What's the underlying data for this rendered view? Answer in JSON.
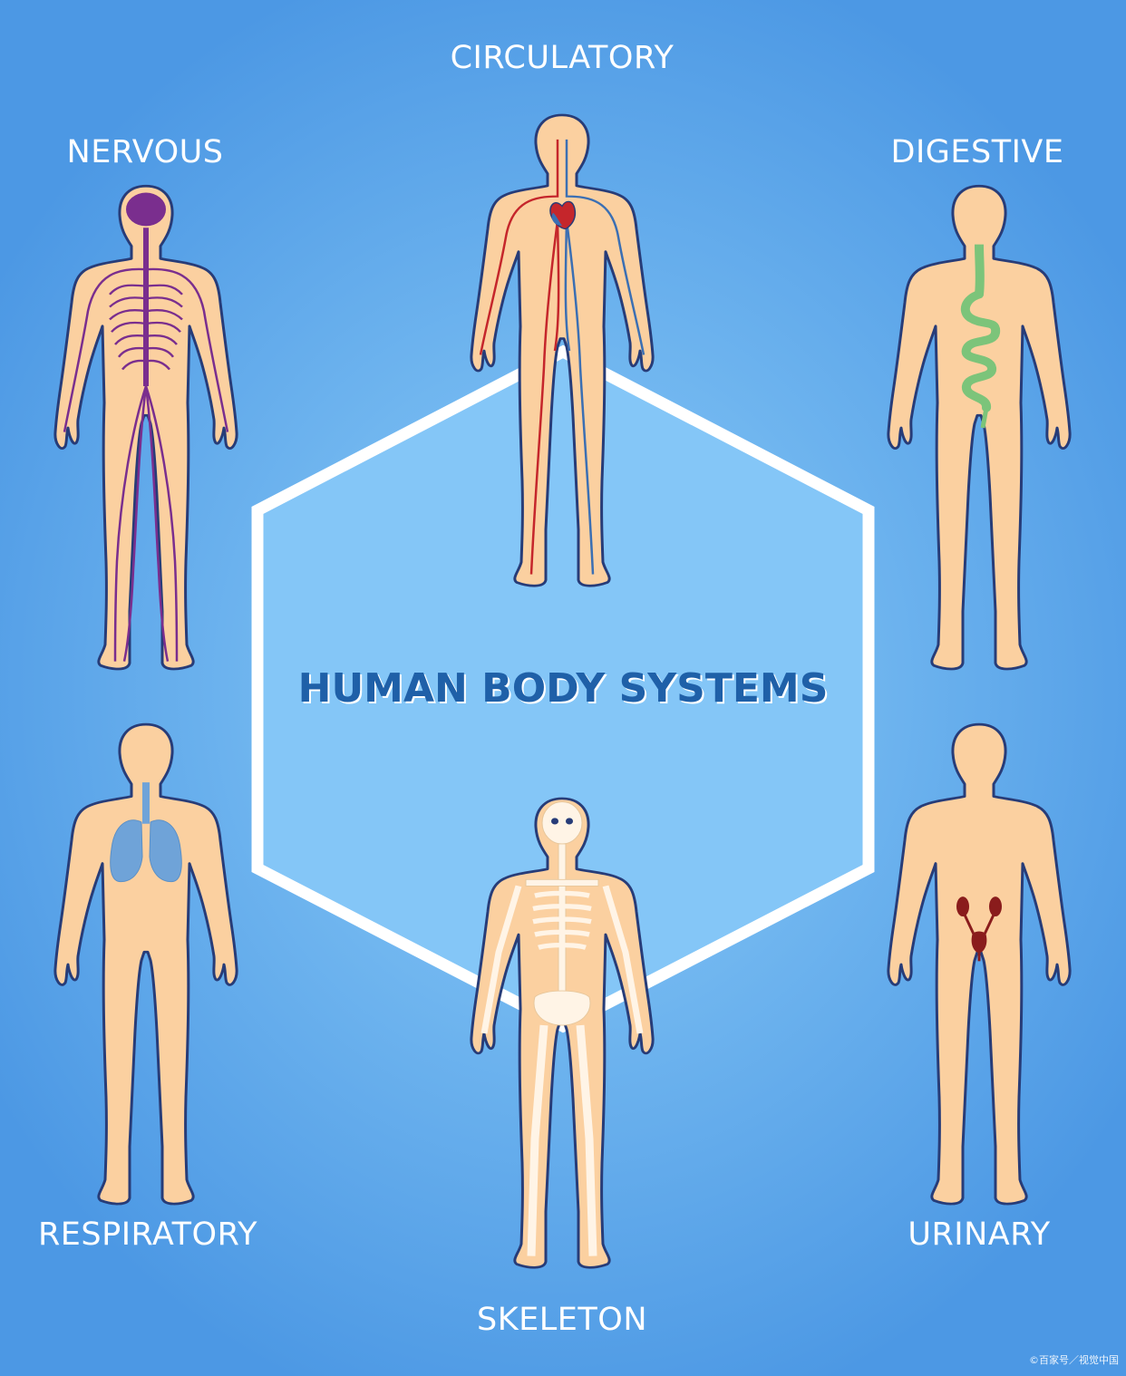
{
  "title": "HUMAN BODY SYSTEMS",
  "labels": {
    "circulatory": "CIRCULATORY",
    "nervous": "NERVOUS",
    "digestive": "DIGESTIVE",
    "respiratory": "RESPIRATORY",
    "urinary": "URINARY",
    "skeleton": "SKELETON"
  },
  "watermark": "©百家号／视觉中国",
  "colors": {
    "background": "#4c98e4",
    "hexagon_fill": "#84c6f7",
    "hexagon_stroke": "#ffffff",
    "skin": "#fbd0a0",
    "outline": "#273c78",
    "title": "#1f60a8",
    "nerves": "#7a2e8e",
    "arteries": "#c5262b",
    "veins": "#3b6fb3",
    "intestine": "#7cc47a",
    "lungs": "#6fa3d8",
    "urinary": "#8a1c1c",
    "bone": "#fff4e6"
  }
}
